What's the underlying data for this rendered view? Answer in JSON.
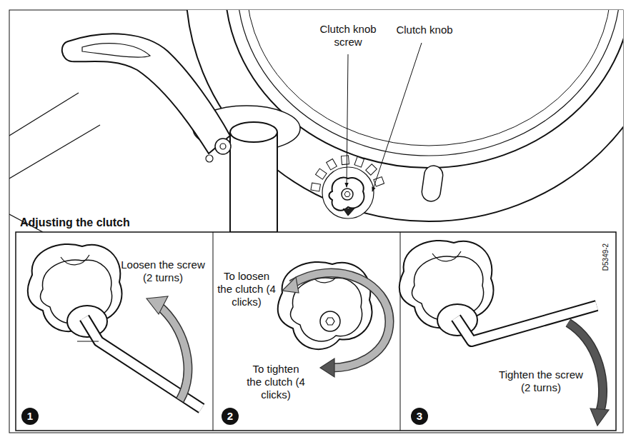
{
  "diagram": {
    "labels": [
      "Clutch knob screw",
      "Clutch knob",
      "Adjusting the clutch",
      "D5349-2",
      "Loosen the screw (2 turns)",
      "To loosen the clutch (4 clicks)",
      "To tighten the clutch (4 clicks)",
      "Tighten the screw (2 turns)",
      "1",
      "2",
      "3"
    ]
  }
}
